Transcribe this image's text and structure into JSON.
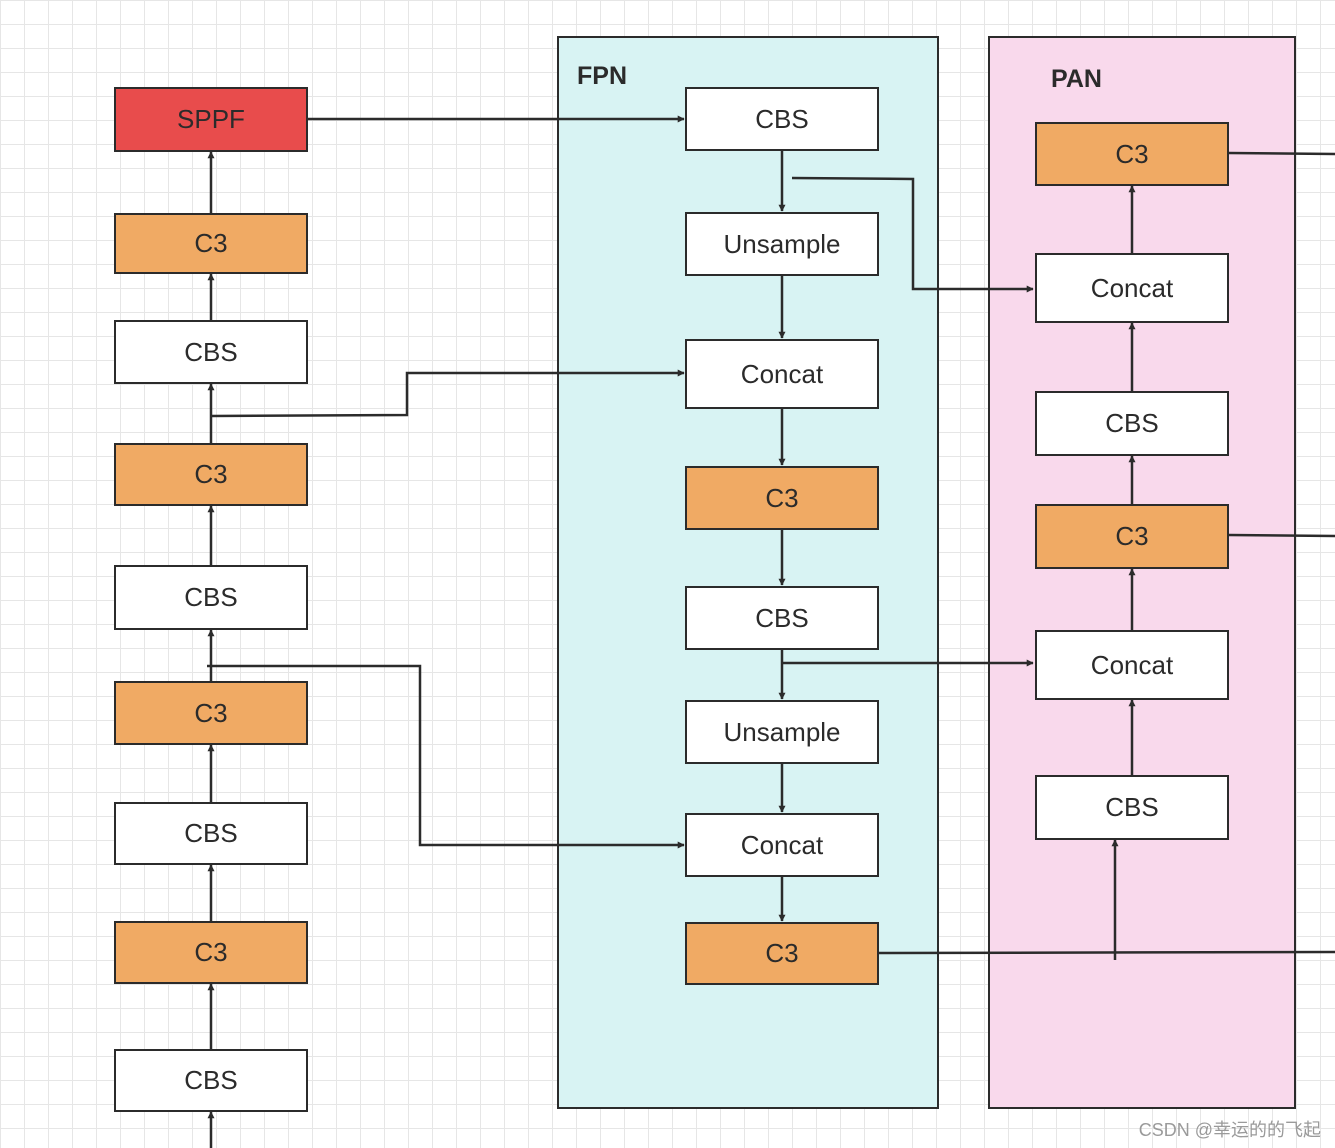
{
  "fpn_title": "FPN",
  "pan_title": "PAN",
  "backbone": {
    "sppf": "SPPF",
    "c3_1": "C3",
    "cbs_1": "CBS",
    "c3_2": "C3",
    "cbs_2": "CBS",
    "c3_3": "C3",
    "cbs_3": "CBS",
    "c3_4": "C3",
    "cbs_4": "CBS"
  },
  "fpn": {
    "cbs_1": "CBS",
    "upsample_1": "Unsample",
    "concat_1": "Concat",
    "c3_1": "C3",
    "cbs_2": "CBS",
    "upsample_2": "Unsample",
    "concat_2": "Concat",
    "c3_2": "C3"
  },
  "pan": {
    "c3_top": "C3",
    "concat_top": "Concat",
    "cbs_mid": "CBS",
    "c3_mid": "C3",
    "concat_mid": "Concat",
    "cbs_bottom": "CBS"
  },
  "colors": {
    "orange": "#f0aa64",
    "red": "#e84c4c",
    "fpn_bg": "#d8f3f3",
    "pan_bg": "#f9d9ec"
  },
  "watermark": "CSDN @幸运的的飞起"
}
